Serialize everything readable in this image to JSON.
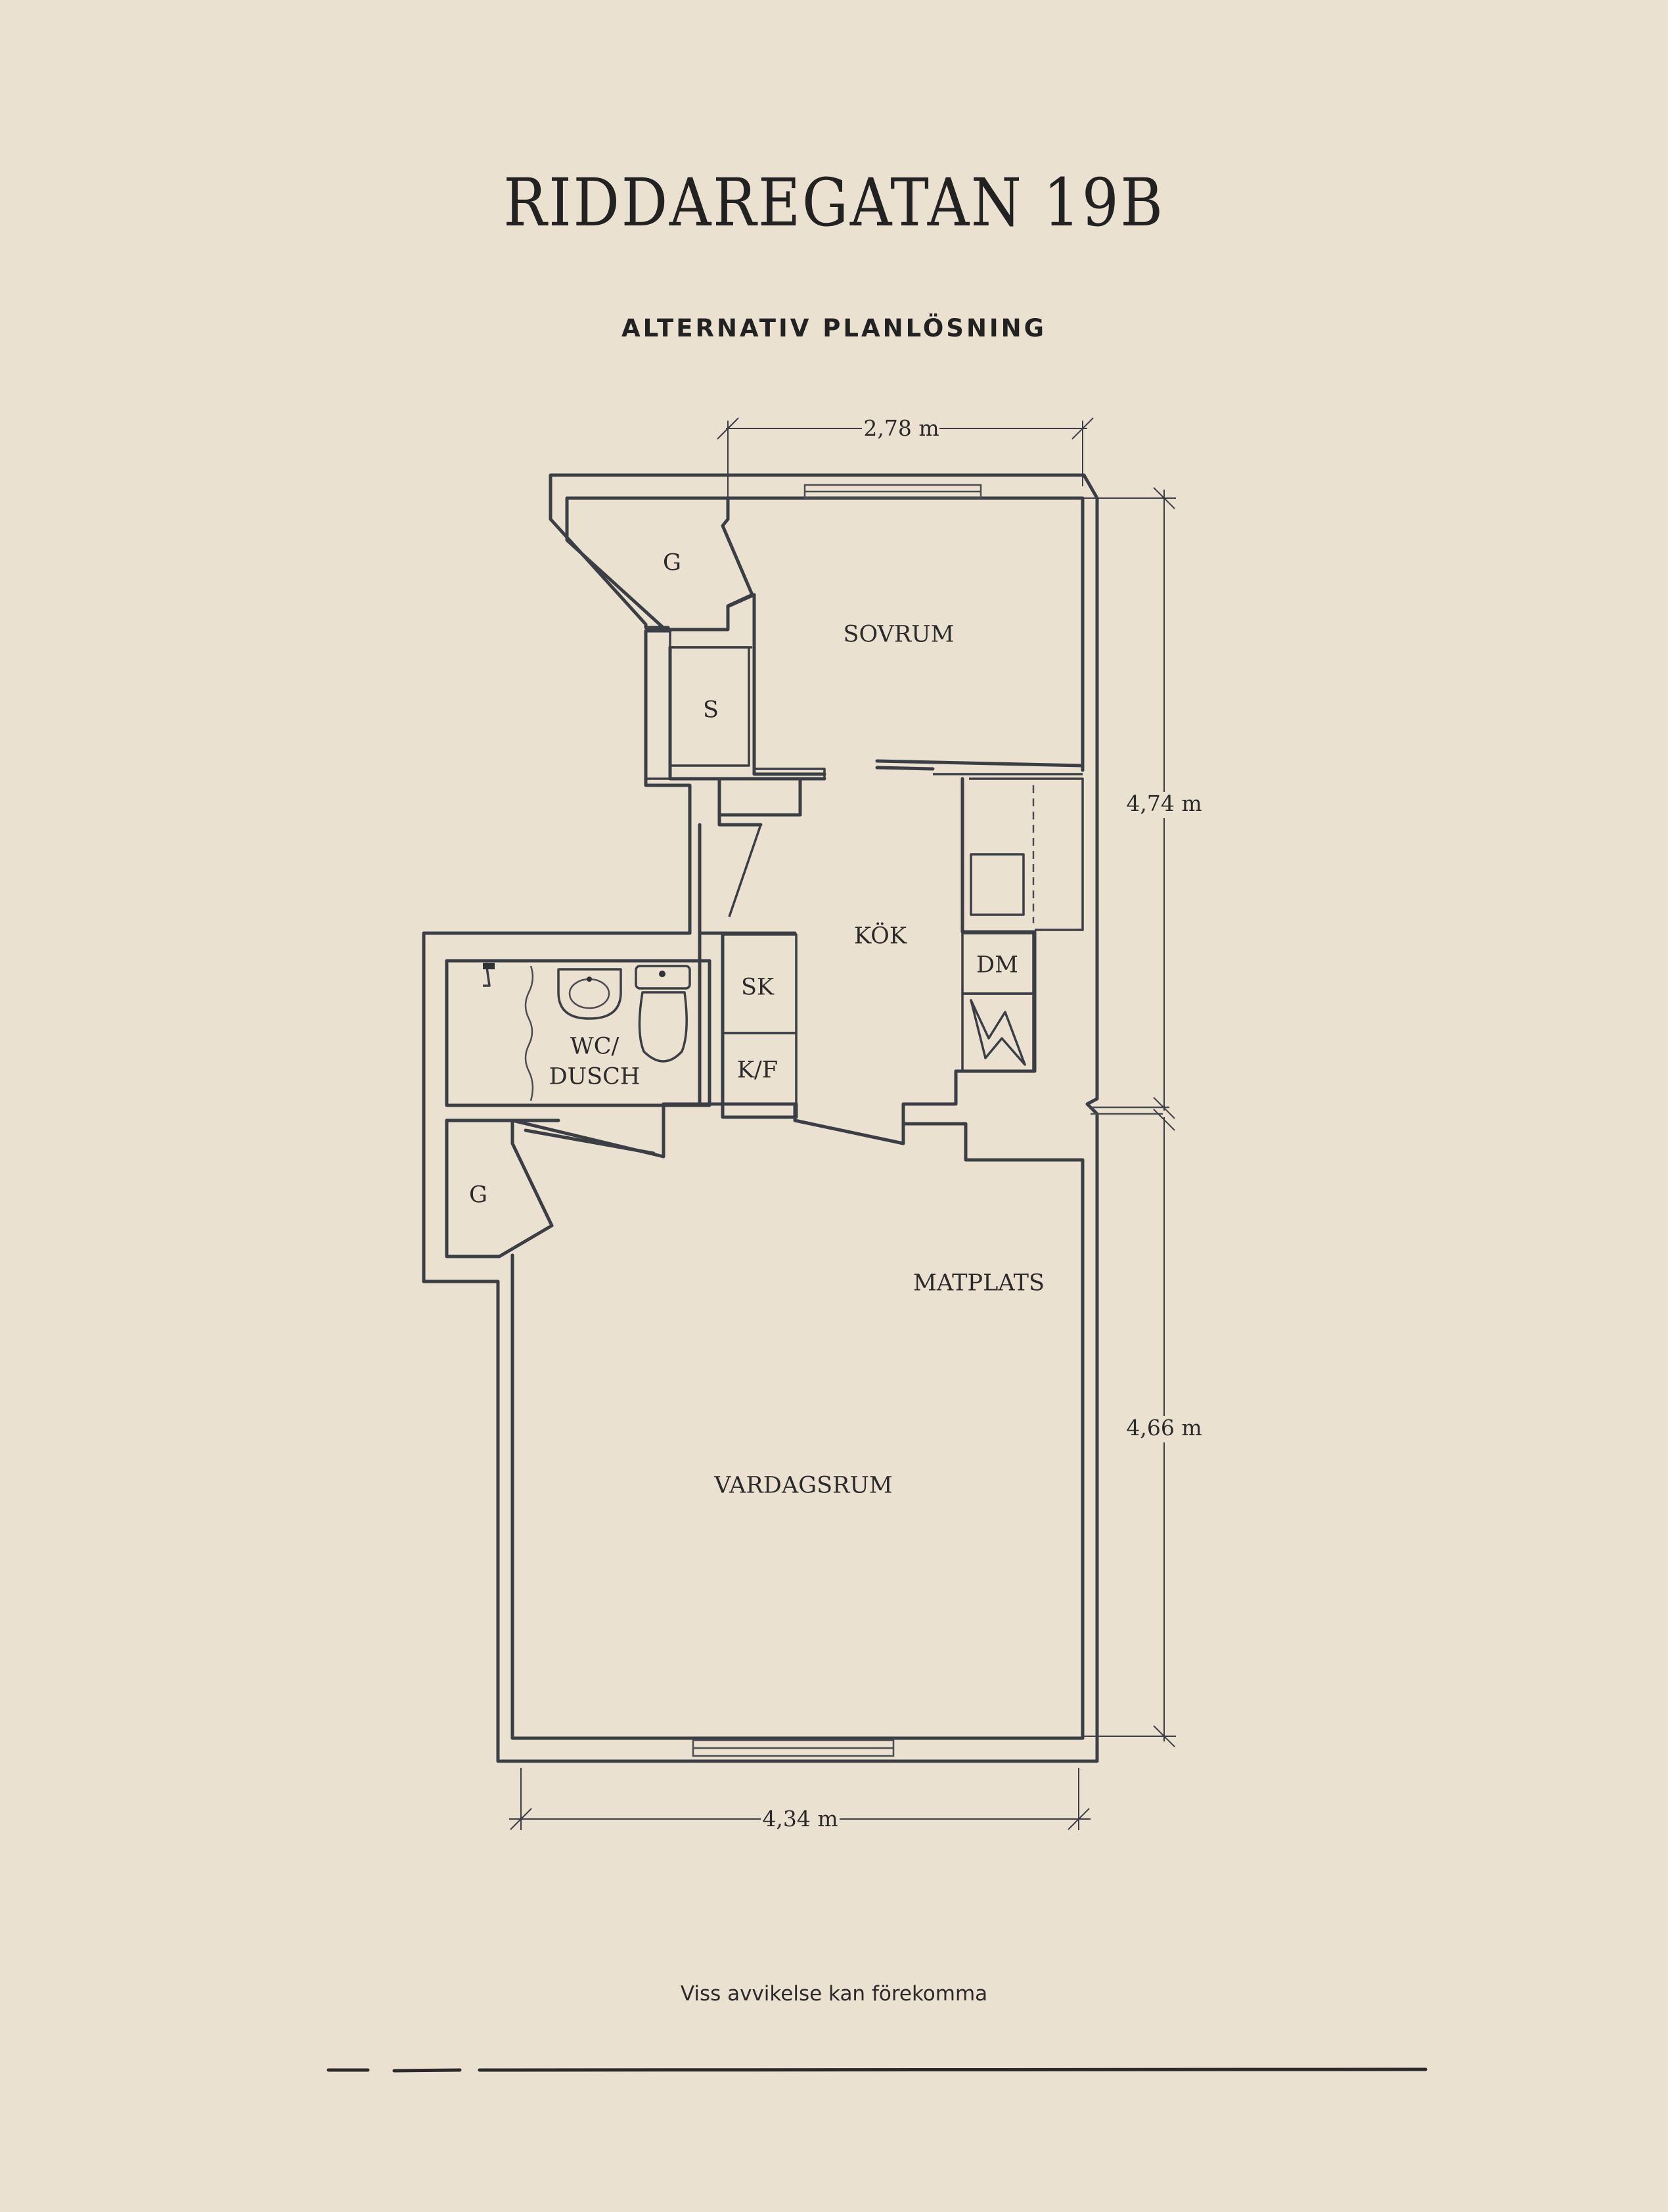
{
  "header": {
    "title": "RIDDAREGATAN 19B",
    "subtitle": "ALTERNATIV PLANLÖSNING"
  },
  "rooms": {
    "g_top": "G",
    "s": "S",
    "sovrum": "SOVRUM",
    "kok": "KÖK",
    "sk": "SK",
    "kf": "K/F",
    "dm": "DM",
    "wc_line1": "WC/",
    "wc_line2": "DUSCH",
    "g_bottom": "G",
    "matplats": "MATPLATS",
    "vardagsrum": "VARDAGSRUM"
  },
  "dimensions": {
    "top_width": "2,78 m",
    "upper_height": "4,74 m",
    "lower_height": "4,66 m",
    "bottom_width": "4,34 m"
  },
  "footer": {
    "note": "Viss avvikelse kan förekomma"
  },
  "colors": {
    "background": "#eae1d1",
    "ink": "#222222",
    "wall": "#3b3e44"
  }
}
